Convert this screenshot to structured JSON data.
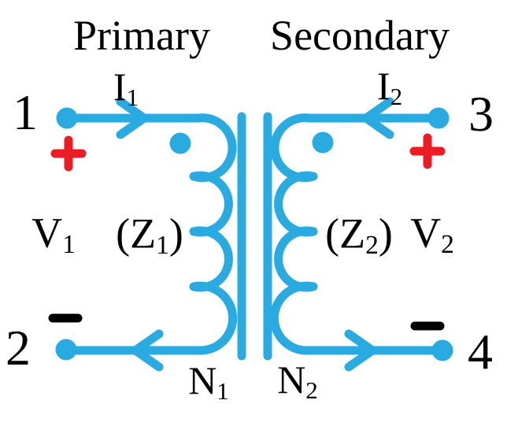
{
  "colors": {
    "wire": "#29ABE2",
    "positive": "#ED1C24",
    "negative": "#000000",
    "text": "#000000",
    "background": "#FFFFFF"
  },
  "headings": {
    "primary": "Primary",
    "secondary": "Secondary"
  },
  "currents": {
    "i1": {
      "base": "I",
      "sub": "1"
    },
    "i2": {
      "base": "I",
      "sub": "2"
    }
  },
  "terminals": {
    "t1": "1",
    "t2": "2",
    "t3": "3",
    "t4": "4"
  },
  "voltages": {
    "v1": {
      "base": "V",
      "sub": "1"
    },
    "v2": {
      "base": "V",
      "sub": "2"
    }
  },
  "impedances": {
    "z1": {
      "open": "(Z",
      "sub": "1",
      "close": ")"
    },
    "z2": {
      "open": "(Z",
      "sub": "2",
      "close": ")"
    }
  },
  "turns": {
    "n1": {
      "base": "N",
      "sub": "1"
    },
    "n2": {
      "base": "N",
      "sub": "2"
    }
  }
}
